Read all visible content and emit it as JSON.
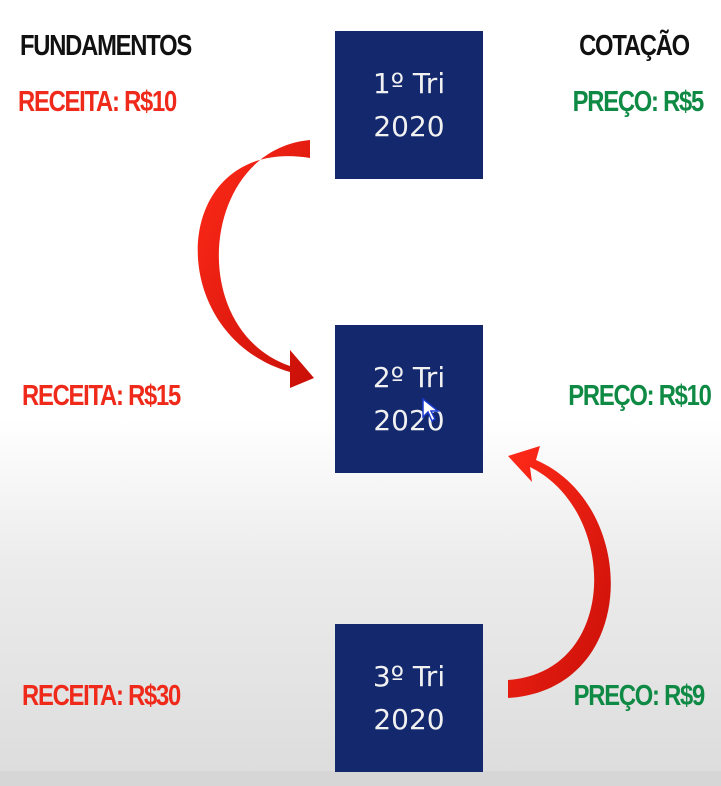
{
  "headings": {
    "fundamentals": "FUNDAMENTOS",
    "quote": "COTAÇÃO"
  },
  "quarters": [
    {
      "line1": "1º Tri",
      "line2": "2020"
    },
    {
      "line1": "2º Tri",
      "line2": "2020"
    },
    {
      "line1": "3º Tri",
      "line2": "2020"
    }
  ],
  "revenue": [
    "RECEITA: R$10",
    "RECEITA: R$15",
    "RECEITA: R$30"
  ],
  "price": [
    "PREÇO: R$5",
    "PREÇO: R$10",
    "PREÇO: R$9"
  ],
  "colors": {
    "box": "#13286d",
    "revenue": "#ef2a1a",
    "price": "#0e8a44",
    "arrow": "#e8150b"
  },
  "icons": [
    "curved-arrow-icon",
    "curved-arrow-icon",
    "cursor-icon"
  ]
}
